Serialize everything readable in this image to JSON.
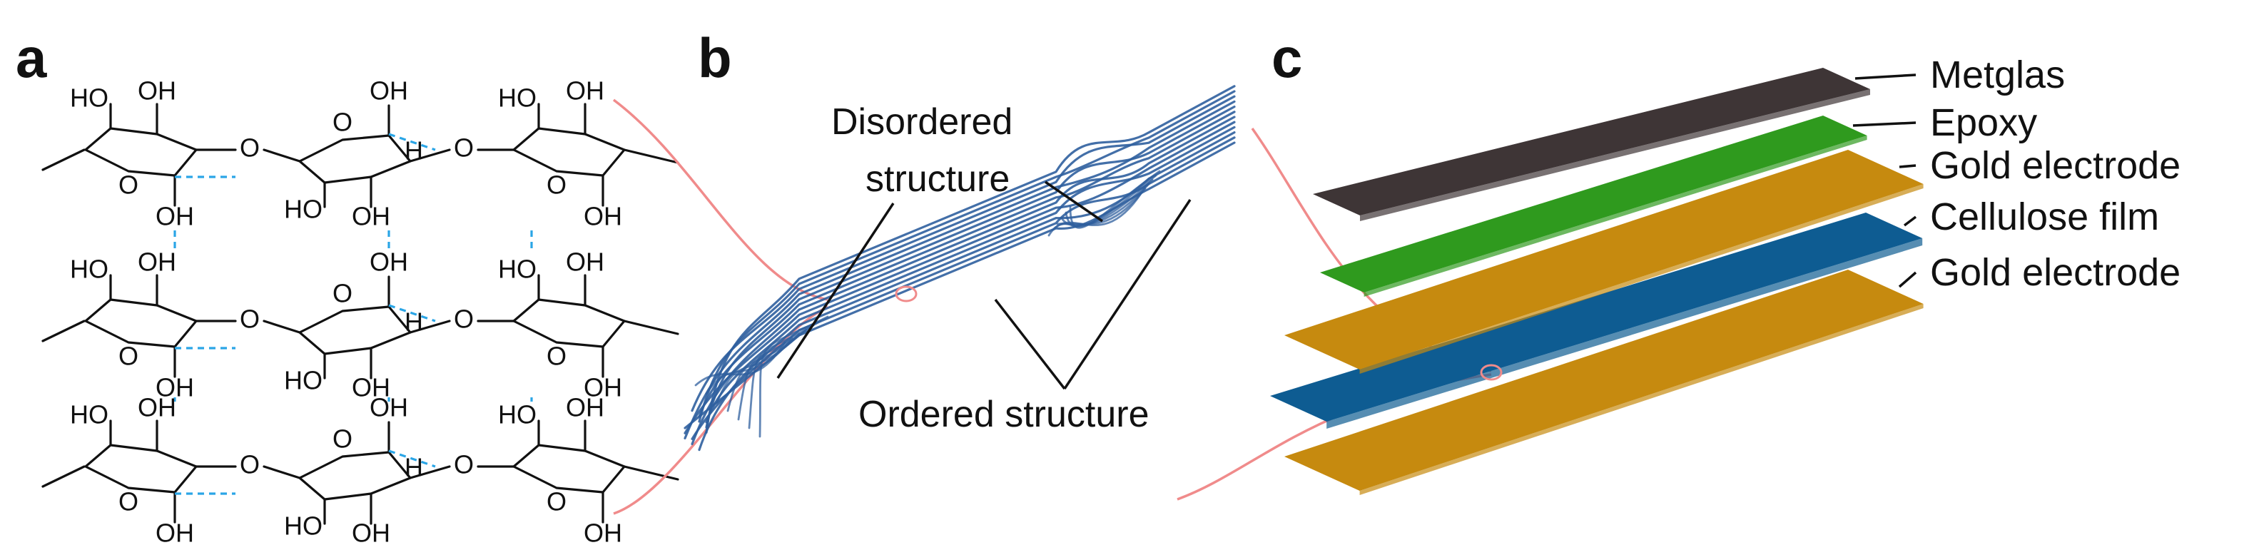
{
  "panels": {
    "a": {
      "letter": "a",
      "atoms": {
        "hydroxyl": "OH",
        "hydroxyl_left": "HO",
        "hydroxyl_hbond": "H",
        "oxygen": "O"
      }
    },
    "b": {
      "letter": "b",
      "label_disordered": [
        "Disordered",
        "structure"
      ],
      "label_ordered": "Ordered structure"
    },
    "c": {
      "letter": "c",
      "layers": [
        {
          "name": "Metglas",
          "color": "#3e3536"
        },
        {
          "name": "Epoxy",
          "color": "#2f9a1e"
        },
        {
          "name": "Gold electrode",
          "color": "#c68a0f"
        },
        {
          "name": "Cellulose film",
          "color": "#0e5c92"
        },
        {
          "name": "Gold electrode",
          "color": "#c68a0f"
        }
      ]
    }
  },
  "colors": {
    "hydrogen_bond": "#2aa5e6",
    "fiber": "#2f5f9e",
    "zoom_line": "#f08b8b"
  }
}
